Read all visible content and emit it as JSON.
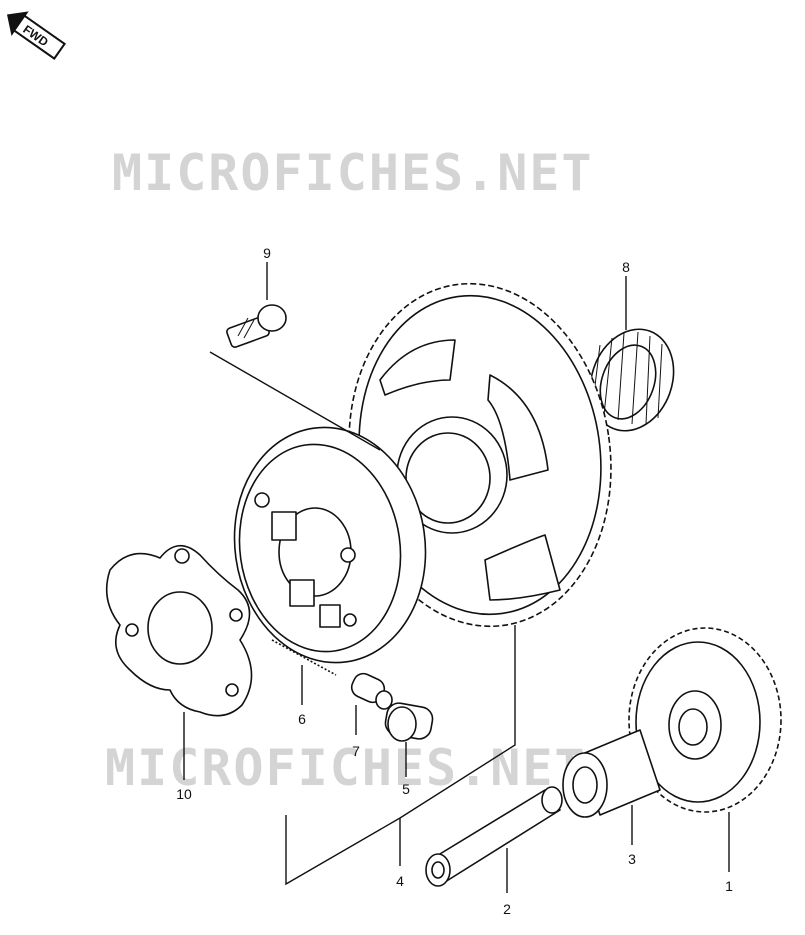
{
  "watermark": "MICROFICHES.NET",
  "direction_badge": "FWD",
  "callouts": [
    {
      "id": "1",
      "label": "1"
    },
    {
      "id": "2",
      "label": "2"
    },
    {
      "id": "3",
      "label": "3"
    },
    {
      "id": "4",
      "label": "4"
    },
    {
      "id": "5",
      "label": "5"
    },
    {
      "id": "6",
      "label": "6"
    },
    {
      "id": "7",
      "label": "7"
    },
    {
      "id": "8",
      "label": "8"
    },
    {
      "id": "9",
      "label": "9"
    },
    {
      "id": "10",
      "label": "10"
    }
  ],
  "colors": {
    "line": "#111111",
    "watermark": "#d4d4d4",
    "background": "#ffffff"
  }
}
